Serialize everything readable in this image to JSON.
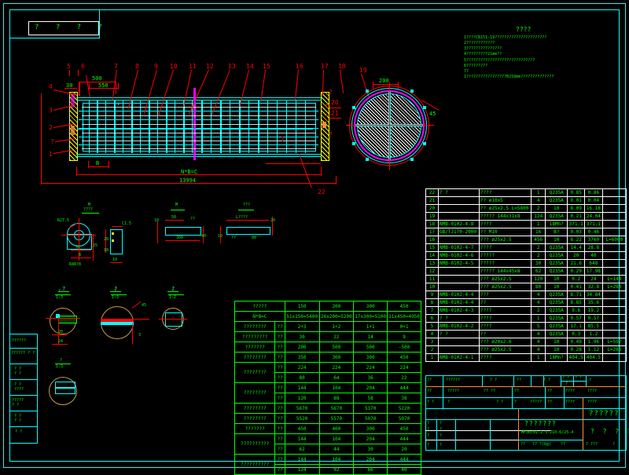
{
  "app": {
    "title": "CAD Drawing — Filter Element Assembly",
    "background": "#000000",
    "colors": {
      "cyan": "#00ffff",
      "red": "#ff0000",
      "green": "#00ff00",
      "white": "#ffffff",
      "magenta": "#ff00ff",
      "yellow": "#ffff00",
      "orange": "#ff8844"
    }
  },
  "corner_stamp": {
    "text": "? ? ? ?"
  },
  "notes": {
    "title": "????",
    "lines": [
      "1????CB151-19??????????????????????",
      "2????????????",
      "3???????????????",
      "4?????????21mm??",
      "5?????????????????????????????",
      "6?????????",
      "7?",
      "1?????????????????B150mm??????????????"
    ]
  },
  "main_view": {
    "balloons_top": [
      "5",
      "6",
      "7",
      "8",
      "9",
      "10",
      "11",
      "12",
      "13",
      "14",
      "15",
      "16",
      "17",
      "18",
      "19"
    ],
    "balloons_left": [
      "4",
      "3",
      "2",
      "?",
      "1"
    ],
    "balloons_right": [
      "20",
      "21",
      "22"
    ],
    "dims": {
      "d_500": "500",
      "d_550": "550",
      "d_30": "30",
      "d_B": "B",
      "d_total": "13994",
      "d_span": "N*B=C",
      "d_200": "200",
      "d_45": "45"
    },
    "leader_marks": [
      "?",
      "?",
      "?"
    ]
  },
  "detail_views": {
    "v1": {
      "label": "M\n????",
      "dims": [
        "R27.5",
        "32",
        "8",
        "25",
        "R48?8"
      ]
    },
    "v2": {
      "label": "",
      "dims": [
        "C1.5",
        "10",
        "20",
        "10"
      ]
    },
    "v3": {
      "label": "M",
      "dims": [
        "50",
        "??",
        "300",
        "10",
        "40"
      ]
    },
    "v4": {
      "label": "???",
      "dims": [
        "L????",
        "20",
        "10",
        "??",
        "80"
      ]
    },
    "sections": [
      {
        "name": "?",
        "scale": "1:3",
        "dims": [
          "20",
          "24"
        ]
      },
      {
        "name": "?",
        "scale": "1:3",
        "dims": [
          "45",
          "3"
        ]
      },
      {
        "name": "?",
        "scale": "1:2",
        "dims": []
      },
      {
        "name": "?",
        "scale": "1:3",
        "dims": []
      }
    ]
  },
  "left_title_block": {
    "rows": [
      "??????",
      "?????? ? ?",
      "? ?\n? ?",
      "? ?\n????",
      "?????\n? ?",
      "? ?\n? ?",
      "? ?"
    ]
  },
  "spec_table": {
    "headers": [
      "?????",
      "150",
      "200",
      "300",
      "450"
    ],
    "rows": [
      {
        "label": "N*B=C",
        "unit": "",
        "values": [
          "51x150=5400",
          "26x200=5200",
          "17x300=5100",
          "11x450=4950"
        ]
      },
      {
        "label": "????????",
        "unit": "??",
        "values": [
          "2+3",
          "1+2",
          "1+1",
          "0+1"
        ]
      },
      {
        "label": "?????????",
        "unit": "??",
        "values": [
          "30",
          "22",
          "14",
          "9"
        ]
      },
      {
        "label": "???????",
        "unit": "??",
        "values": [
          "200",
          "500",
          "500",
          "-500"
        ]
      },
      {
        "label": "????????",
        "unit": "??",
        "values": [
          "350",
          "300",
          "300",
          "450"
        ]
      },
      {
        "label": "????????",
        "unit": "??",
        "values": [
          "224",
          "224",
          "224",
          "224"
        ]
      },
      {
        "label": "",
        "unit": "??",
        "values": [
          "80",
          "64",
          "36",
          "22"
        ]
      },
      {
        "label": "????????",
        "unit": "??",
        "values": [
          "144",
          "104",
          "204",
          "444"
        ]
      },
      {
        "label": "",
        "unit": "??",
        "values": [
          "120",
          "88",
          "58",
          "38"
        ]
      },
      {
        "label": "????????",
        "unit": "??",
        "values": [
          "5670",
          "5670",
          "5370",
          "5220"
        ]
      },
      {
        "label": "????????",
        "unit": "??",
        "values": [
          "5520",
          "5570",
          "5070",
          "5070"
        ]
      },
      {
        "label": "???????",
        "unit": "??",
        "values": [
          "450",
          "400",
          "300",
          "450"
        ]
      },
      {
        "label": "??????????",
        "unit": "??",
        "values": [
          "144",
          "104",
          "204",
          "444"
        ]
      },
      {
        "label": "",
        "unit": "??",
        "values": [
          "62",
          "44",
          "30",
          "20"
        ]
      },
      {
        "label": "??????????",
        "unit": "??",
        "values": [
          "144",
          "104",
          "204",
          "444"
        ]
      },
      {
        "label": "",
        "unit": "??",
        "values": [
          "124",
          "92",
          "66",
          "40"
        ]
      }
    ]
  },
  "bom": {
    "columns": [
      "??",
      "??",
      "??? ? ?",
      "??",
      "??",
      "??",
      "??",
      "??"
    ],
    "rows": [
      {
        "no": "22",
        "code": "?      ?",
        "name": "????",
        "qty": "1",
        "mat": "Q235A",
        "unit_w": "0.85",
        "total_w": "0.86",
        "note": ""
      },
      {
        "no": "21",
        "code": "",
        "name": "?? ø10x5",
        "qty": "4",
        "mat": "Q235A",
        "unit_w": "0.01",
        "total_w": "0.04",
        "note": ""
      },
      {
        "no": "20",
        "code": "",
        "name": "?? ø25x2.5 L=5800",
        "qty": "2",
        "mat": "10",
        "unit_w": "8.09",
        "total_w": "16.18",
        "note": ""
      },
      {
        "no": "19",
        "code": "",
        "name": "????? 144x31x8",
        "qty": "124",
        "mat": "Q235A",
        "unit_w": "0.21",
        "total_w": "24.04",
        "note": ""
      },
      {
        "no": "18",
        "code": "NMB-0102-4-8",
        "name": "????",
        "qty": "1",
        "mat": "18Mn?",
        "unit_w": "371.1",
        "total_w": "371.1",
        "note": ""
      },
      {
        "no": "17",
        "code": "GB/TJ170-2000",
        "name": "?? M10",
        "qty": "16",
        "mat": "B?",
        "unit_w": "0.03",
        "total_w": "0.46",
        "note": ""
      },
      {
        "no": "16",
        "code": "",
        "name": "??? ø25x2.5",
        "qty": "456",
        "mat": "10",
        "unit_w": "8.22",
        "total_w": "3760",
        "note": "L=6000"
      },
      {
        "no": "15",
        "code": "NMB-0102-4-7",
        "name": "????",
        "qty": "2",
        "mat": "Q235A",
        "unit_w": "14.4",
        "total_w": "28.8",
        "note": ""
      },
      {
        "no": "14",
        "code": "NMB-0102-4-6",
        "name": "?????",
        "qty": "2",
        "mat": "Q235A",
        "unit_w": "20",
        "total_w": "40",
        "note": ""
      },
      {
        "no": "13",
        "code": "NMB-0102-4-5",
        "name": "?????",
        "qty": "30",
        "mat": "Q235A",
        "unit_w": "21.6",
        "total_w": "648",
        "note": ""
      },
      {
        "no": "12",
        "code": "",
        "name": "????? 144x45x8",
        "qty": "62",
        "mat": "Q235A",
        "unit_w": "0.29",
        "total_w": "17.98",
        "note": ""
      },
      {
        "no": "11",
        "code": "",
        "name": "??? ø25x2.5",
        "qty": "120",
        "mat": "10",
        "unit_w": "0.2",
        "total_w": "24",
        "note": "L=144"
      },
      {
        "no": "10",
        "code": "",
        "name": "??? ø25x2.5",
        "qty": "80",
        "mat": "10",
        "unit_w": "0.41",
        "total_w": "32.8",
        "note": "L=284"
      },
      {
        "no": "9",
        "code": "NMB-0102-4-4",
        "name": "???",
        "qty": "4",
        "mat": "Q235A",
        "unit_w": "8.71",
        "total_w": "34.84",
        "note": ""
      },
      {
        "no": "8",
        "code": "NMB-0102-4-4",
        "name": "??",
        "qty": "4",
        "mat": "Q235A",
        "unit_w": "8.85",
        "total_w": "35.6",
        "note": ""
      },
      {
        "no": "7",
        "code": "NMB-0102-4-3",
        "name": "????",
        "qty": "2",
        "mat": "Q235A",
        "unit_w": "9.6",
        "total_w": "19.2",
        "note": ""
      },
      {
        "no": "6",
        "code": "?      ?",
        "name": "????",
        "qty": "1",
        "mat": "Q235A",
        "unit_w": "0.57",
        "total_w": "0.57",
        "note": ""
      },
      {
        "no": "5",
        "code": "NMB-0102-4-2",
        "name": "????",
        "qty": "5",
        "mat": "Q235A",
        "unit_w": "17.1",
        "total_w": "85.5",
        "note": ""
      },
      {
        "no": "4",
        "code": "?      ?",
        "name": "??",
        "qty": "4",
        "mat": "Q235A",
        "unit_w": "0.3",
        "total_w": "1.2",
        "note": ""
      },
      {
        "no": "3",
        "code": "",
        "name": "??? ø20x2.6",
        "qty": "4",
        "mat": "10",
        "unit_w": "0.49",
        "total_w": "1.96",
        "note": "L=592"
      },
      {
        "no": "2",
        "code": "",
        "name": "??? ø25x2.5",
        "qty": "4",
        "mat": "10",
        "unit_w": "0.28",
        "total_w": "1.12",
        "note": "L=288"
      },
      {
        "no": "1",
        "code": "NMB-0102-4-1",
        "name": "????",
        "qty": "1",
        "mat": "18Mn?",
        "unit_w": "404.5",
        "total_w": "404.5",
        "note": ""
      }
    ],
    "footer": {
      "no": "??",
      "code": "??????",
      "name": "?          ?",
      "qty": "??",
      "mat": "?                 ?",
      "w1": "? ?",
      "w2": "? ?",
      "w3": "?",
      "note": "?"
    }
  },
  "title_block": {
    "sig_rows": [
      [
        "??",
        "?????",
        "??  ??",
        "??",
        "??",
        "????",
        "????"
      ],
      [
        "?  ?",
        "?",
        "?  ?",
        "?",
        "?????",
        "??",
        "????",
        "????"
      ]
    ],
    "project": "???????",
    "drawing_no": "MF30/01-2.5-210-6/25-4",
    "company": "??????",
    "stage": "? ? ? ?",
    "bottom_cells": [
      "??",
      "?? ?(kg)",
      "??",
      "?  ???",
      "?",
      "?  ??? ?"
    ],
    "rev_rows": [
      [
        "?",
        "?"
      ],
      [
        "?",
        "?"
      ],
      [
        "?",
        "?"
      ],
      [
        "?",
        "?"
      ]
    ]
  }
}
